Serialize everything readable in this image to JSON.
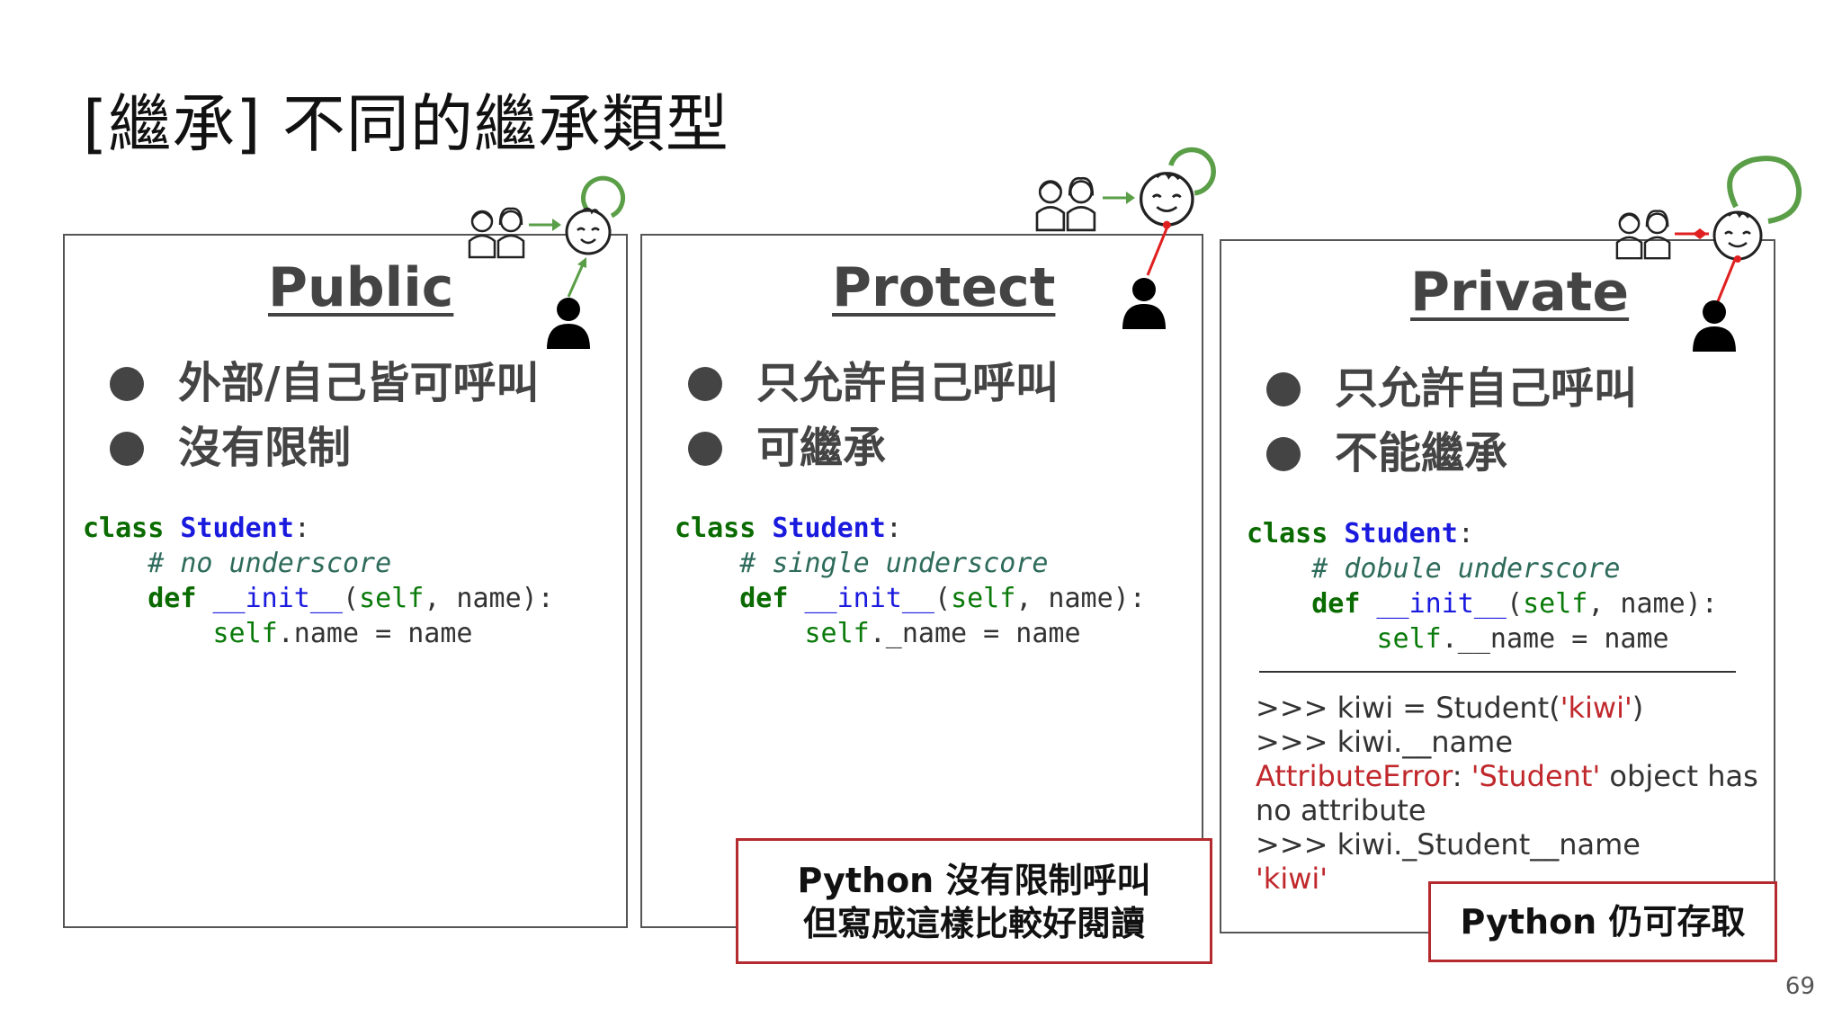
{
  "slide": {
    "title": "[繼承] 不同的繼承類型",
    "page_number": "69"
  },
  "panels": [
    {
      "heading": "Public",
      "bullets": [
        "外部/自己皆可呼叫",
        "沒有限制"
      ],
      "code": {
        "kw_class": "class",
        "class_name": "Student",
        "colon": ":",
        "comment": "# no underscore",
        "kw_def": "def",
        "method": "__init__",
        "params_open": "(",
        "self_word": "self",
        "params_rest": ", name):",
        "body_self": "self",
        "body_rest": ".name = name"
      },
      "arrow_color": "#5a9e47"
    },
    {
      "heading": "Protect",
      "bullets": [
        "只允許自己呼叫",
        "可繼承"
      ],
      "code": {
        "kw_class": "class",
        "class_name": "Student",
        "colon": ":",
        "comment": "# single underscore",
        "kw_def": "def",
        "method": "__init__",
        "params_open": "(",
        "self_word": "self",
        "params_rest": ", name):",
        "body_self": "self",
        "body_rest": "._name = name"
      },
      "callout": [
        "Python 沒有限制呼叫",
        "但寫成這樣比較好閱讀"
      ],
      "arrow_color": "#e02020"
    },
    {
      "heading": "Private",
      "bullets": [
        "只允許自己呼叫",
        "不能繼承"
      ],
      "code": {
        "kw_class": "class",
        "class_name": "Student",
        "colon": ":",
        "comment": "# dobule underscore",
        "kw_def": "def",
        "method": "__init__",
        "params_open": "(",
        "self_word": "self",
        "params_rest": ", name):",
        "body_self": "self",
        "body_rest": ".__name = name"
      },
      "repl": {
        "line1_prompt": ">>> kiwi = Student(",
        "line1_str": "'kiwi'",
        "line1_end": ")",
        "line2": ">>> kiwi.__name",
        "line3_err": "AttributeError",
        "line3_colon": ": ",
        "line3_str": "'Student'",
        "line3_rest": " object has",
        "line4": "no attribute",
        "line5": ">>> kiwi._Student__name",
        "line6_str": "'kiwi'"
      },
      "callout": [
        "Python 仍可存取"
      ],
      "arrow_color": "#e02020"
    }
  ],
  "icons": {
    "parents": "parents-icon",
    "baby": "baby-icon",
    "person": "person-icon",
    "loop_color": "#5a9e47"
  }
}
